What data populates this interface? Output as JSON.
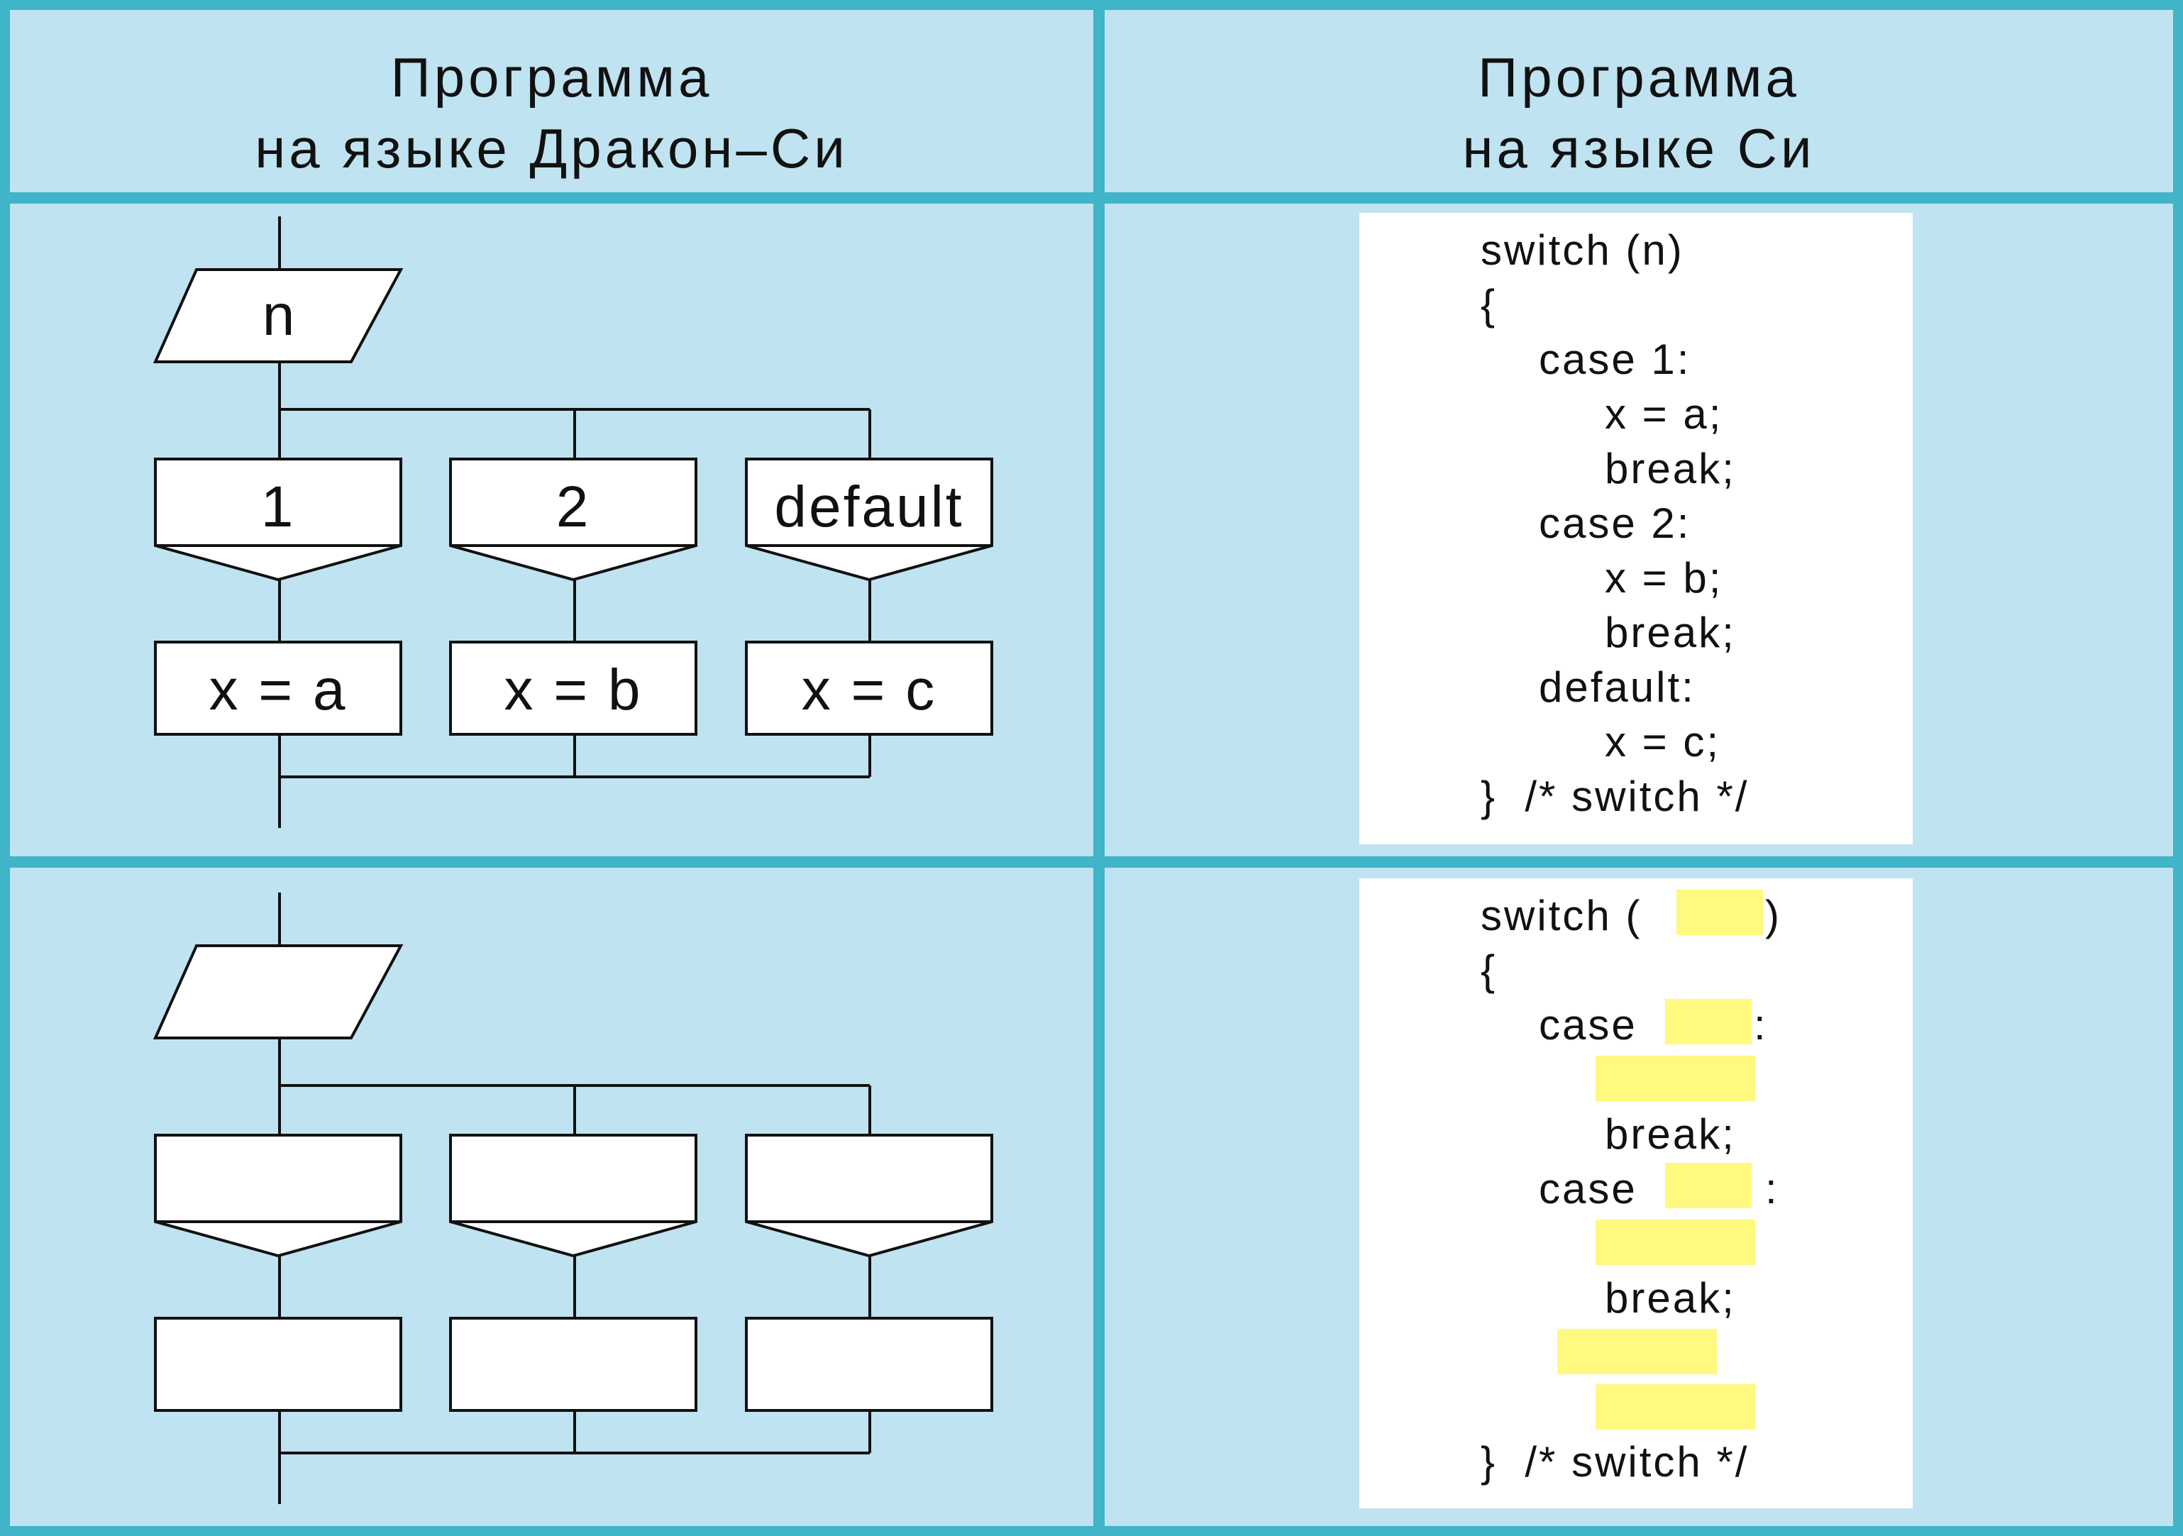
{
  "headers": {
    "left_line1": "Программа",
    "left_line2": "на языке Дракон–Си",
    "right_line1": "Программа",
    "right_line2": "на языке Си"
  },
  "example_diagram": {
    "input_label": "n",
    "case_labels": [
      "1",
      "2",
      "default"
    ],
    "action_labels": [
      "x = a",
      "x = b",
      "x = c"
    ]
  },
  "example_code": {
    "lines": [
      "switch (n)",
      "{",
      "case 1:",
      "x = a;",
      "break;",
      "case 2:",
      "x = b;",
      "break;",
      "default:",
      "x = c;",
      "}  /* switch */"
    ]
  },
  "exercise_code": {
    "switch_open": "switch (",
    "switch_close": ")",
    "brace_open": "{",
    "case1_keyword": "case",
    "case1_colon": ":",
    "break1": "break;",
    "case2_keyword": "case",
    "case2_colon": ":",
    "break2": "break;",
    "brace_close": "}  /* switch */"
  },
  "colors": {
    "border": "#40b4c8",
    "cell_background": "#bfe3f0",
    "blank_highlight": "#fff97f",
    "line": "#111111"
  }
}
